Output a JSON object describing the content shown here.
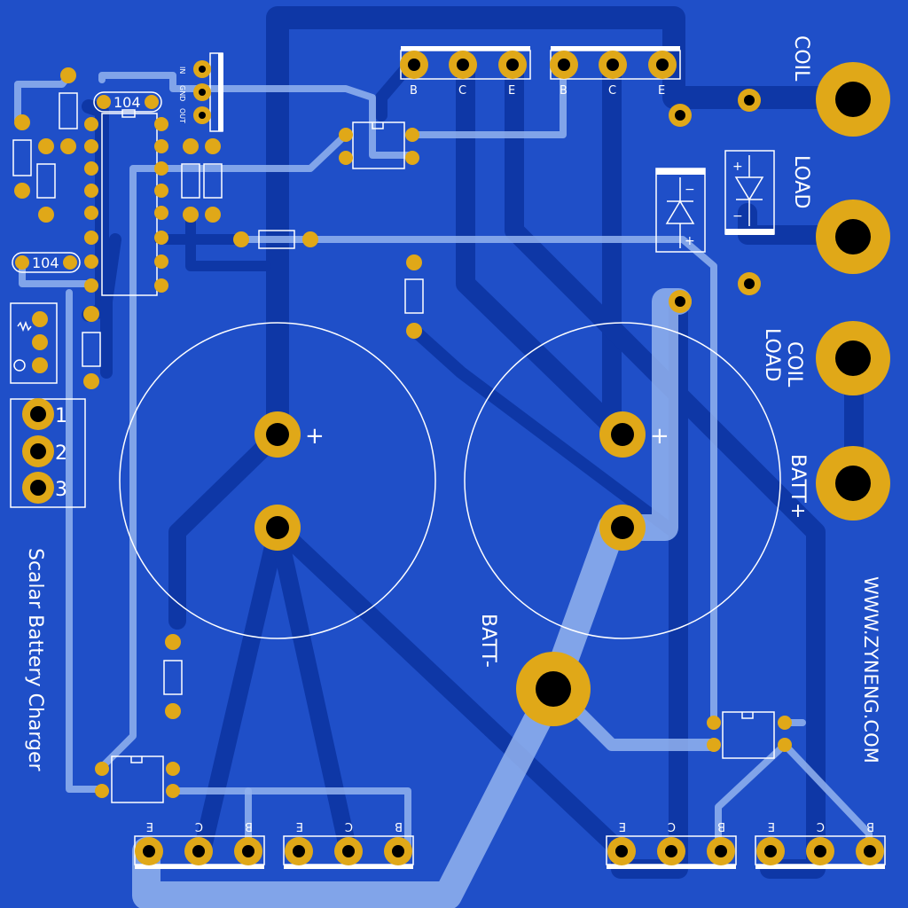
{
  "colors": {
    "board": "#1f4fc8",
    "trace_bottom": "#0e37a6",
    "trace_top": "#93b3ee",
    "pad": "#e0a818",
    "hole": "#000000",
    "silkscreen": "#ffffff"
  },
  "board": {
    "title": "Scalar Battery Charger",
    "website": "WWW.ZYNENG.COM"
  },
  "terminals": {
    "coil": "COIL",
    "load": "LOAD",
    "coil_load_1": "COIL",
    "coil_load_2": "LOAD",
    "batt_plus": "BATT+",
    "batt_minus": "BATT-"
  },
  "transistor_labels": {
    "b": "B",
    "c": "C",
    "e": "E"
  },
  "connector_numbers": [
    "1",
    "2",
    "3"
  ],
  "regulator_pins": {
    "in": "IN",
    "gnd": "GND",
    "out": "OUT"
  },
  "capacitor_values": [
    "104",
    "104"
  ],
  "polarity": {
    "plus": "+",
    "minus": "−"
  }
}
